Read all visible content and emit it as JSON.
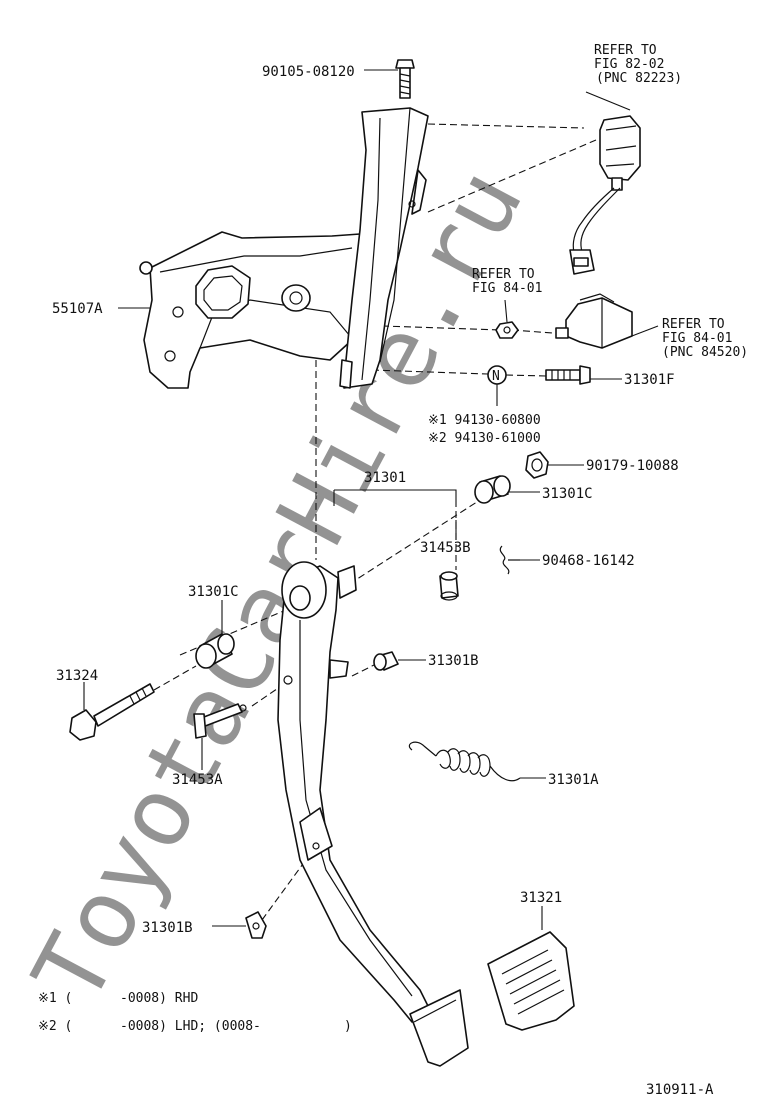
{
  "watermark": "ToyotaCarHire.ru",
  "labels": {
    "bolt_top": "90105-08120",
    "refer_82_l1": "REFER TO",
    "refer_82_l2": "FIG 82-02",
    "refer_82_l3": "(PNC 82223)",
    "bracket": "55107A",
    "refer_84a_l1": "REFER TO",
    "refer_84a_l2": "FIG 84-01",
    "refer_84b_l1": "REFER TO",
    "refer_84b_l2": "FIG 84-01",
    "refer_84b_l3": "(PNC 84520)",
    "nut_marker": "N",
    "bolt_31301f": "31301F",
    "nut_note1": "※1 94130-60800",
    "nut_note2": "※2 94130-61000",
    "pedal_assy": "31301",
    "nut_90179": "90179-10088",
    "bushing_right": "31301C",
    "cushion_31453b": "31453B",
    "clip_90468": "90468-16142",
    "bushing_left": "31301C",
    "bolt_31324": "31324",
    "stopper_upper": "31301B",
    "pin_31453a": "31453A",
    "spring_31301a": "31301A",
    "pad_31321": "31321",
    "stopper_lower": "31301B",
    "foot1_mark": "※1 (",
    "foot1_text": "-0008) RHD",
    "foot2_mark": "※2 (",
    "foot2_text": "-0008) LHD; (0008-",
    "foot2_close": ")",
    "fig_id": "310911-A"
  }
}
